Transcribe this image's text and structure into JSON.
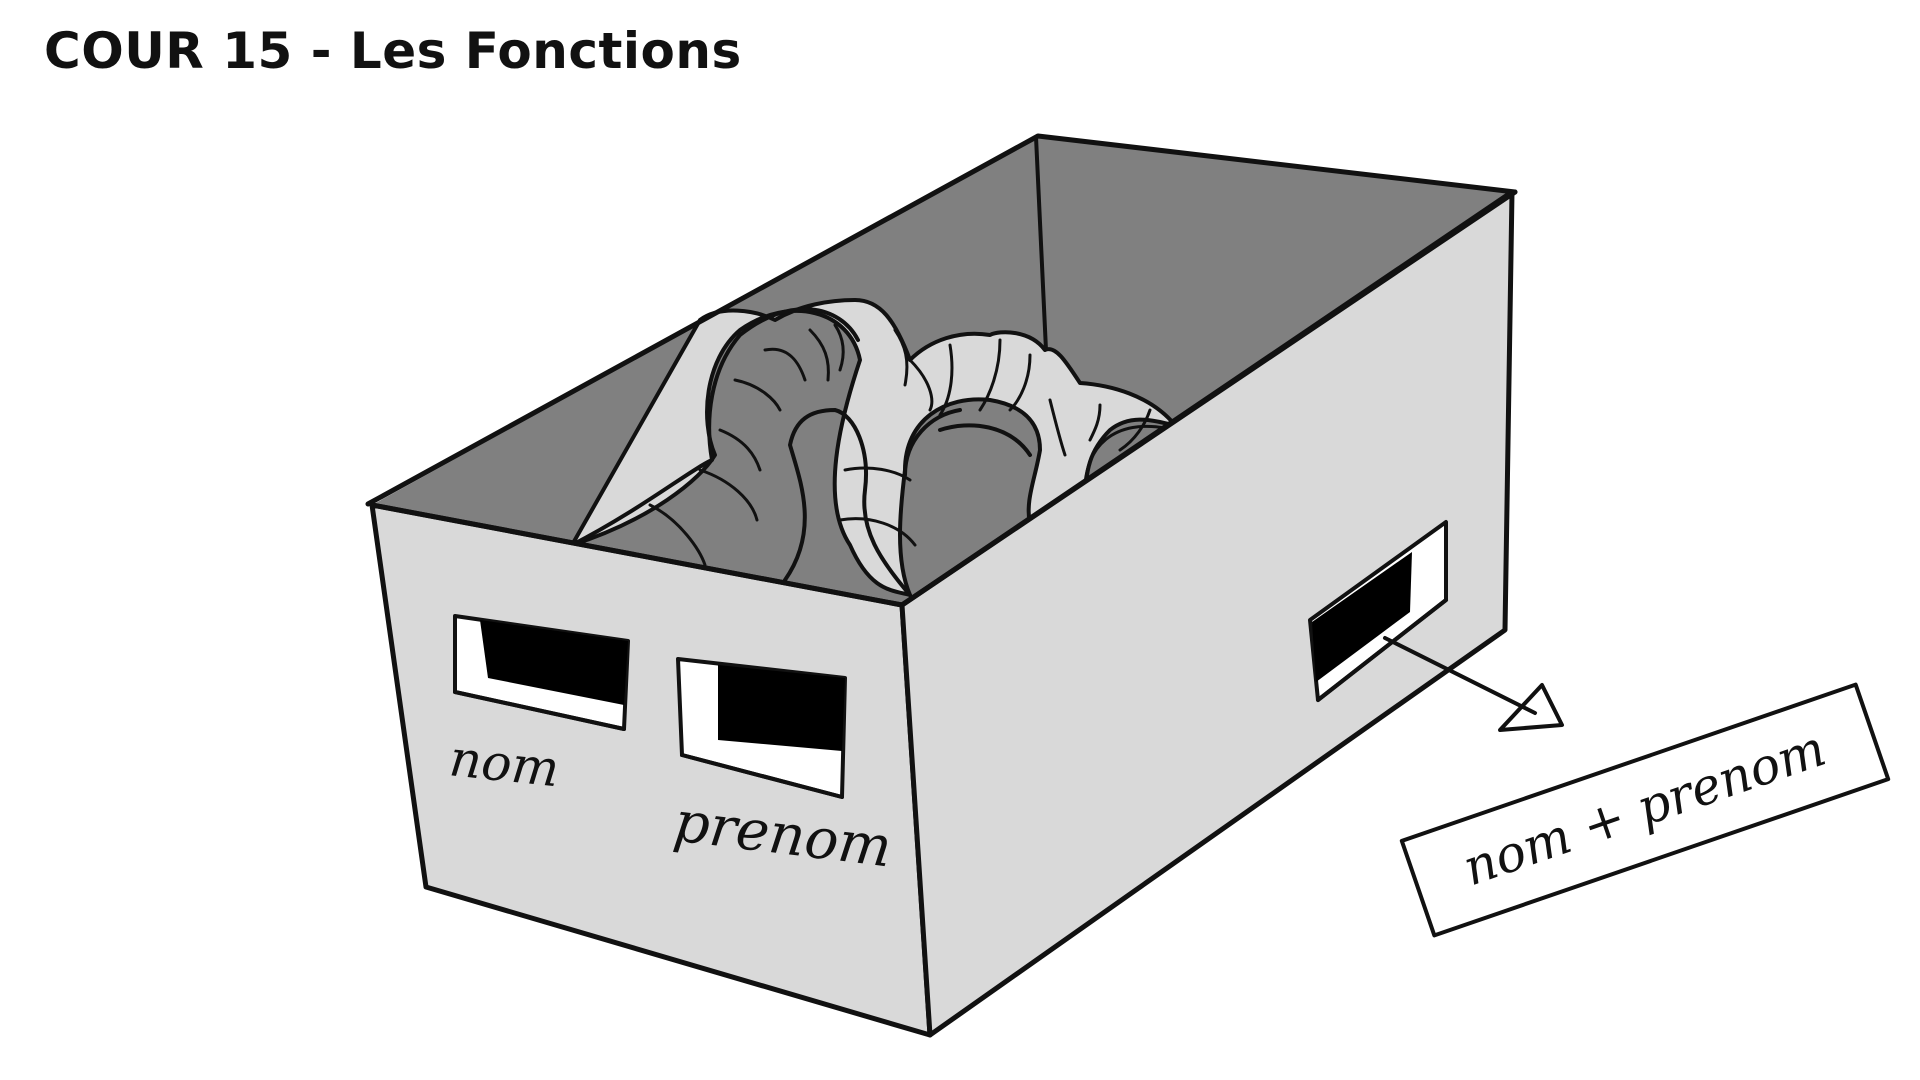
{
  "title": "COUR 15 - Les Fonctions",
  "diagram": {
    "input_labels": [
      "nom",
      "prenom"
    ],
    "output_label": "nom + prenom"
  },
  "colors": {
    "ink": "#111111",
    "box_face": "#d9d9d9",
    "box_interior": "#808080",
    "tube": "#d9d9d9",
    "background": "#ffffff"
  }
}
